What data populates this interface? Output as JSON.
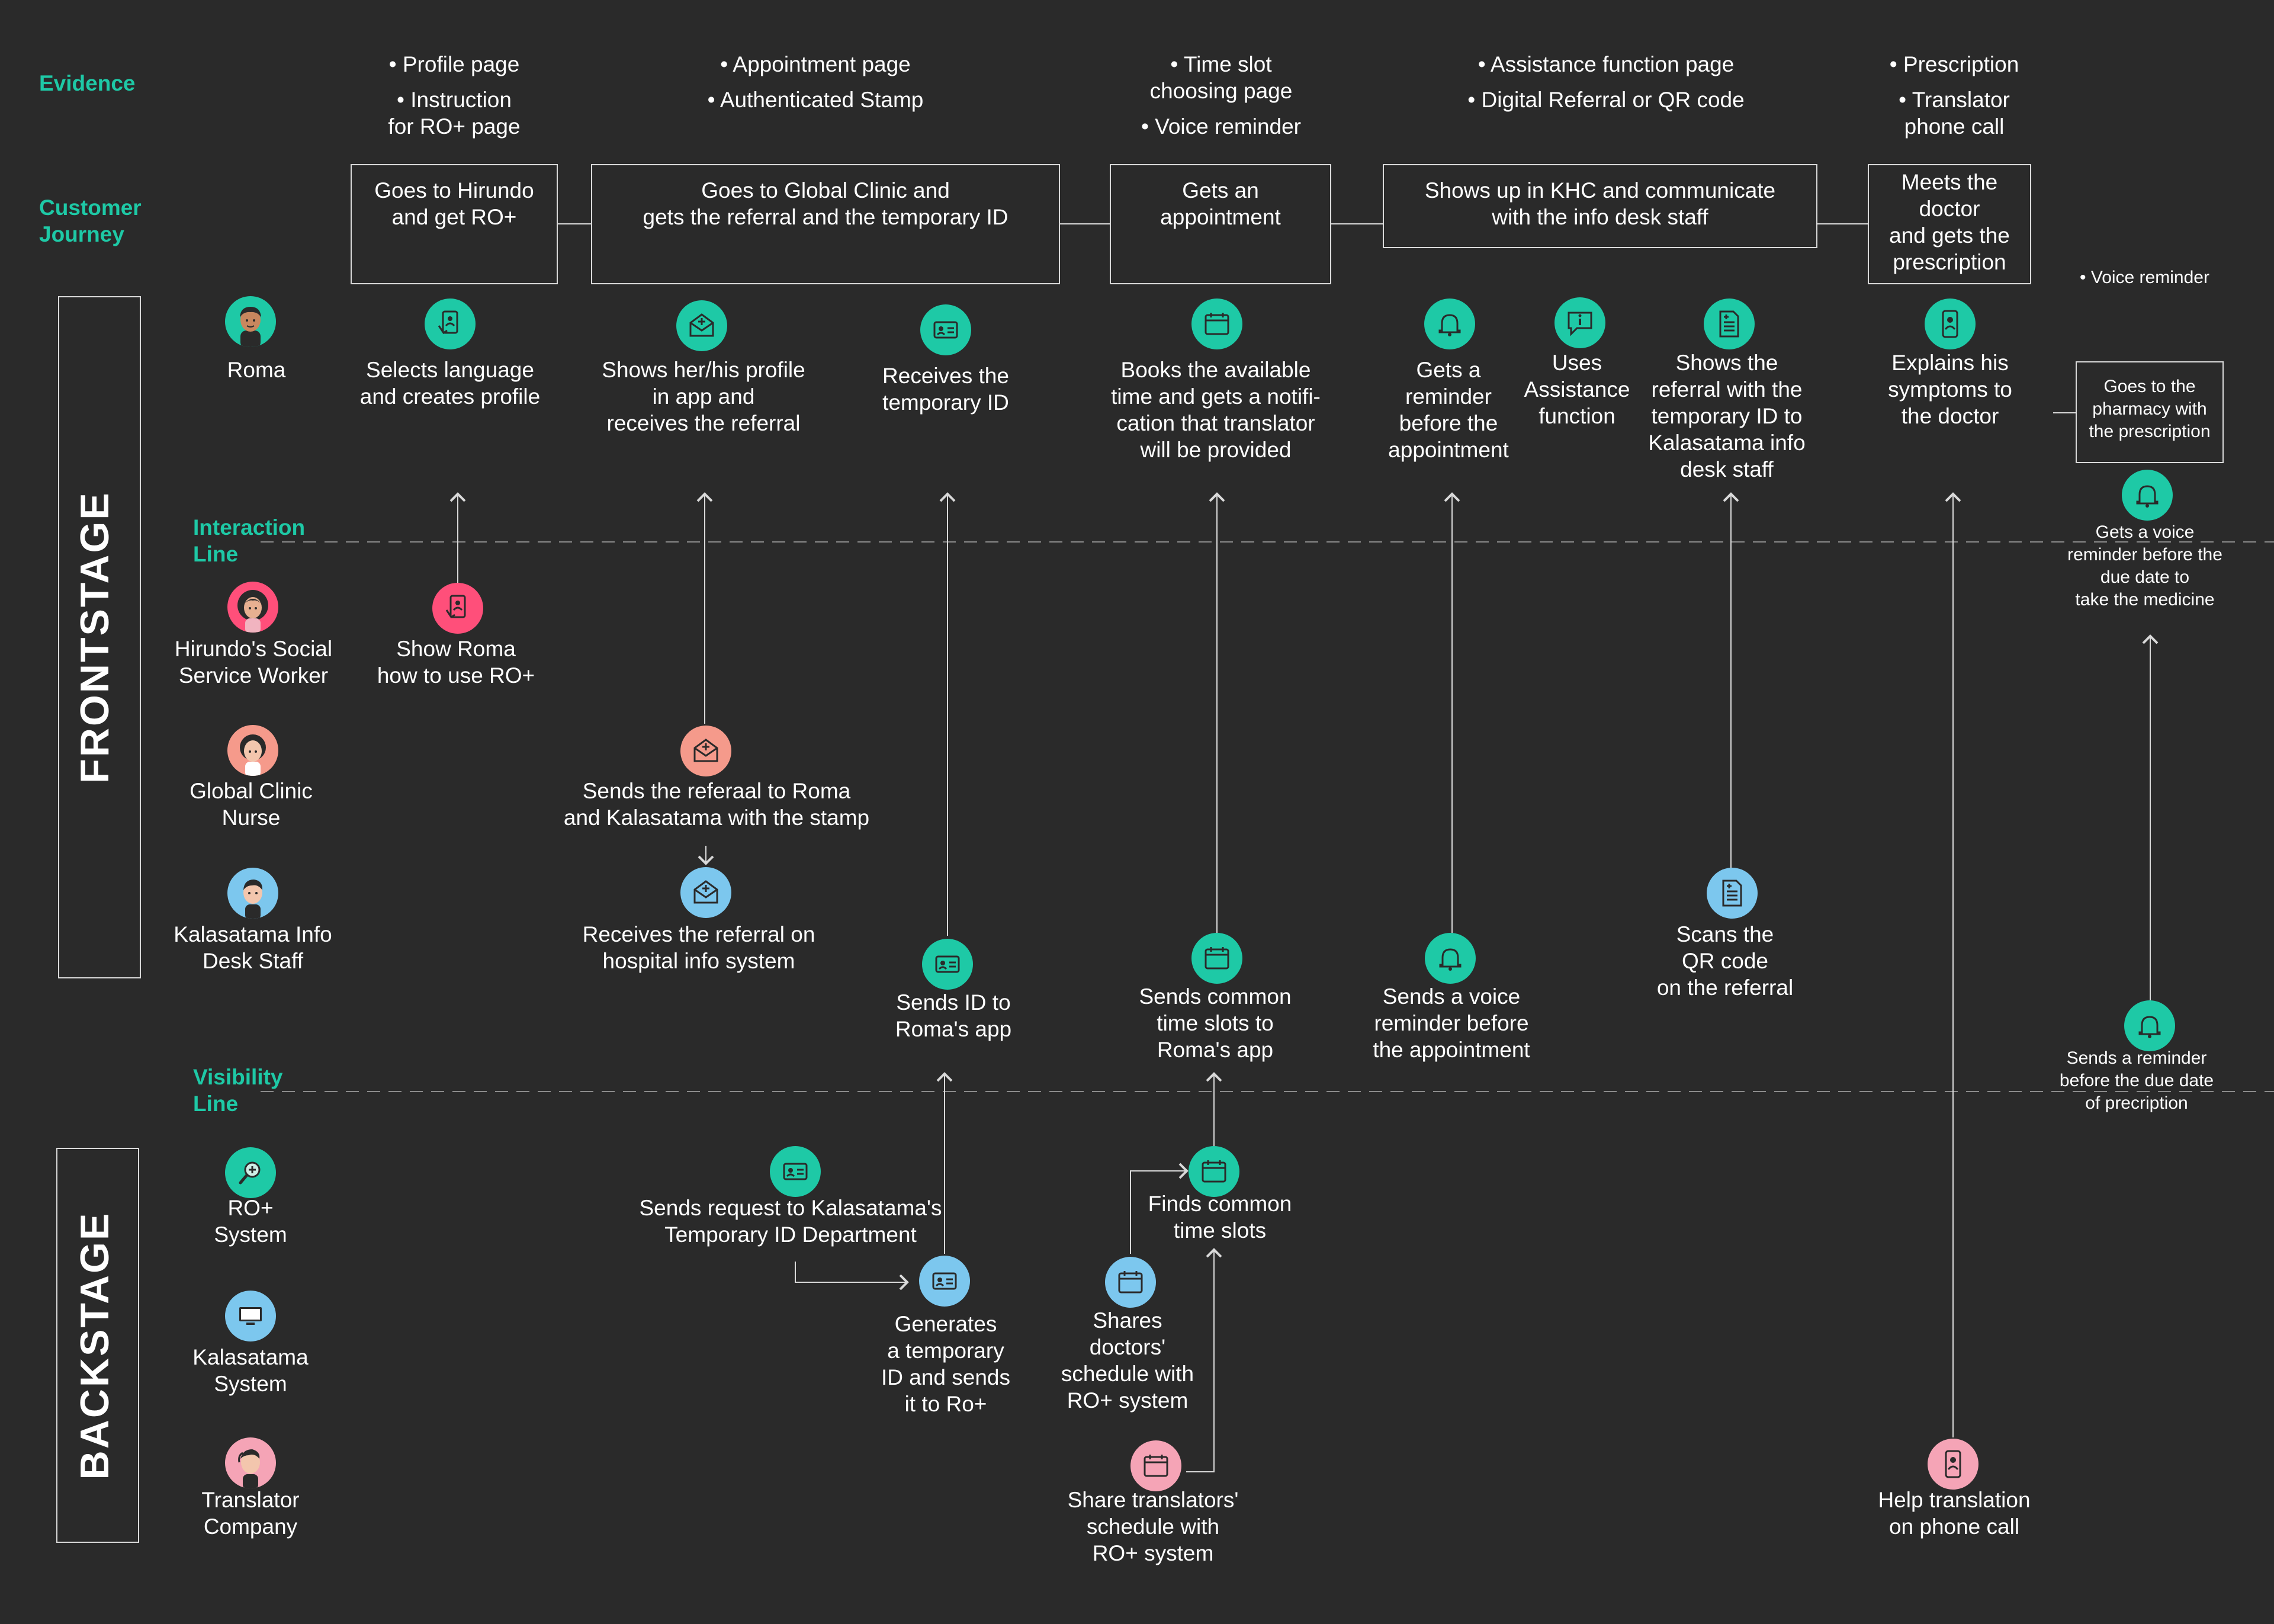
{
  "rows": {
    "evidence": "Evidence",
    "customer_journey_1": "Customer",
    "customer_journey_2": "Journey",
    "interaction_line_1": "Interaction",
    "interaction_line_2": "Line",
    "visibility_line_1": "Visibility",
    "visibility_line_2": "Line",
    "frontstage": "FRONTSTAGE",
    "backstage": "BACKSTAGE"
  },
  "evidence": [
    [
      "• Profile page",
      "• Instruction",
      "for RO+ page"
    ],
    [
      "• Appointment page",
      "• Authenticated Stamp"
    ],
    [
      "• Time slot",
      "choosing page",
      "• Voice reminder"
    ],
    [
      "• Assistance function page",
      "• Digital Referral or QR code"
    ],
    [
      "• Prescription",
      "• Translator",
      "phone call"
    ]
  ],
  "journey": [
    [
      "Goes to Hirundo",
      "and get RO+"
    ],
    [
      "Goes to Global Clinic and",
      "gets the referral and the temporary ID"
    ],
    [
      "Gets an",
      "appointment"
    ],
    [
      "Shows up in KHC and communicate",
      "with the info desk staff"
    ],
    [
      "Meets the",
      "doctor",
      "and gets the",
      "prescription"
    ]
  ],
  "voice_reminder_note": "• Voice reminder",
  "actors": {
    "roma": "Roma",
    "social_worker": [
      "Hirundo's Social",
      "Service Worker"
    ],
    "nurse": [
      "Global Clinic",
      "Nurse"
    ],
    "info_desk": [
      "Kalasatama Info",
      "Desk Staff"
    ],
    "ro_system": [
      "RO+",
      "System"
    ],
    "kalasatama_system": [
      "Kalasatama",
      "System"
    ],
    "translator": [
      "Translator",
      "Company"
    ]
  },
  "roma_actions": [
    [
      "Selects language",
      "and creates profile"
    ],
    [
      "Shows her/his profile",
      "in app and",
      "receives the referral"
    ],
    [
      "Receives the",
      "temporary ID"
    ],
    [
      "Books the available",
      "time and gets a notifi-",
      "cation that translator",
      "will be provided"
    ],
    [
      "Gets a",
      "reminder",
      "before the",
      "appointment"
    ],
    [
      "Uses",
      "Assistance",
      "function"
    ],
    [
      "Shows the",
      "referral with the",
      "temporary ID to",
      "Kalasatama info",
      "desk staff"
    ],
    [
      "Explains his",
      "symptoms to",
      "the doctor"
    ]
  ],
  "pharmacy_box": [
    "Goes to the",
    "pharmacy with",
    "the prescription"
  ],
  "voice_reminder_medicine": [
    "Gets a voice",
    "reminder before the",
    "due date to",
    "take the medicine"
  ],
  "social_worker_action": [
    "Show Roma",
    "how to use RO+"
  ],
  "nurse_action": [
    "Sends the referaal to Roma",
    "and Kalasatama with the stamp"
  ],
  "info_desk_actions": {
    "receives_referral": [
      "Receives the referral on",
      "hospital info system"
    ],
    "scans_qr": [
      "Scans the",
      "QR code",
      "on the referral"
    ]
  },
  "ro_frontline_actions": {
    "sends_id": [
      "Sends ID to",
      "Roma's app"
    ],
    "sends_slots": [
      "Sends common",
      "time slots to",
      "Roma's app"
    ],
    "sends_voice": [
      "Sends a voice",
      "reminder before",
      "the appointment"
    ],
    "sends_reminder": [
      "Sends a reminder",
      "before the due date",
      "of precription"
    ]
  },
  "backstage_actions": {
    "sends_request": [
      "Sends request to Kalasatama's",
      "Temporary ID Department"
    ],
    "finds_slots": [
      "Finds common",
      "time slots"
    ],
    "generates_id": [
      "Generates",
      "a temporary",
      "ID and sends",
      "it to Ro+"
    ],
    "shares_doctors": [
      "Shares",
      "doctors'",
      "schedule with",
      "RO+ system"
    ],
    "share_translators": [
      "Share translators'",
      "schedule with",
      "RO+ system"
    ],
    "help_translation": [
      "Help translation",
      "on phone call"
    ]
  },
  "icons": {
    "teal": "#1ec9a6",
    "pink": "#ff4f7a",
    "salmon": "#f59a8b",
    "blue": "#7cc7ee",
    "rose": "#f5a4b6"
  }
}
